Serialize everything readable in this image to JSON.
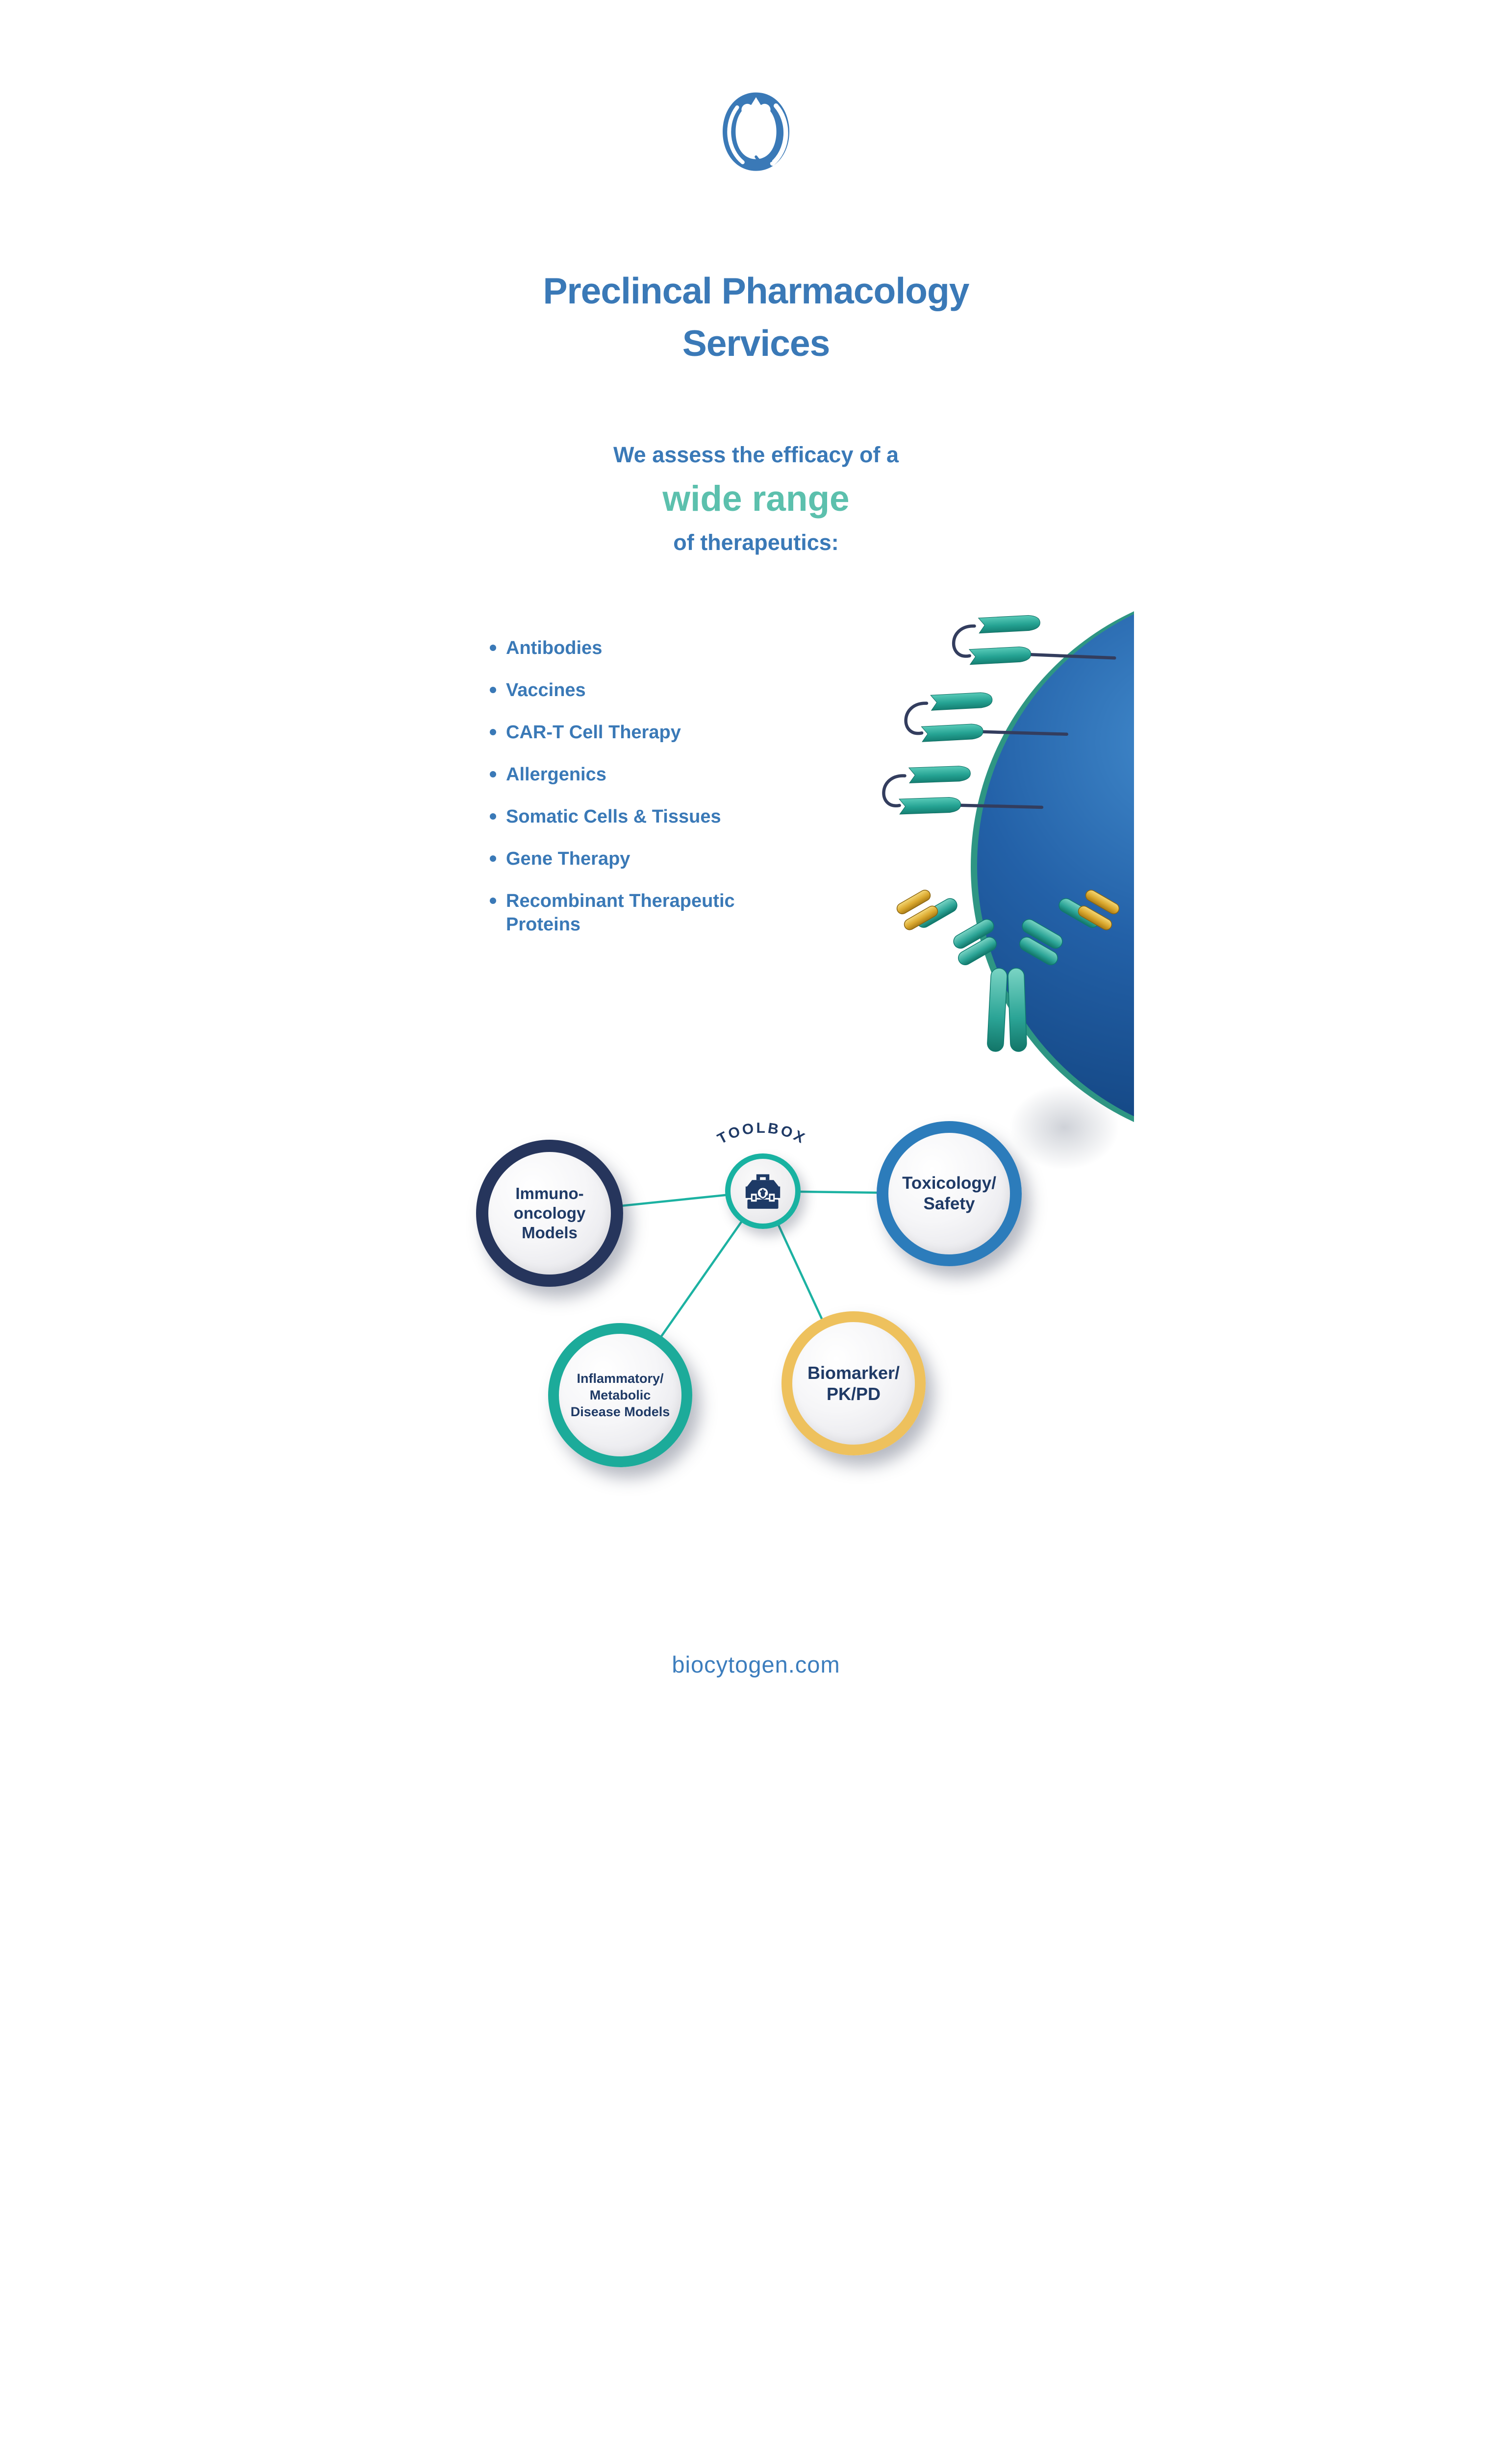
{
  "brand": {
    "logo_icon": "biocytogen-mouse-logo",
    "blue": "#3A79B7",
    "teal": "#5CC0AD",
    "navy": "#1F3A66"
  },
  "header": {
    "title_line1": "Preclincal Pharmacology",
    "title_line2": "Services"
  },
  "intro": {
    "line1": "We assess the efficacy of a",
    "highlight": "wide range",
    "line2": "of therapeutics:"
  },
  "therapeutics": {
    "items": [
      "Antibodies",
      "Vaccines",
      "CAR-T Cell Therapy",
      "Allergenics",
      "Somatic Cells & Tissues",
      "Gene Therapy",
      "Recombinant Therapeutic Proteins"
    ]
  },
  "illustration": {
    "name": "antibody-binding-cell-illustration",
    "sphere_blue": "#2361A8",
    "membrane_teal": "#2E9683",
    "receptor_teal": "#2BAE9E",
    "loop_navy": "#333D5E",
    "antibody_teal": "#27A294",
    "antibody_gold": "#E2B13C"
  },
  "toolbox": {
    "center_label": "TOOLBOX",
    "center_icon": "toolbox-icon",
    "ring_color": "#18B2A1",
    "connector_color": "#1CB2A2",
    "text_color": "#1F3A66",
    "nodes": [
      {
        "id": "immuno-oncology-models",
        "border": "#26355C",
        "lines": [
          "Immuno-",
          "oncology",
          "Models"
        ]
      },
      {
        "id": "toxicology-safety",
        "border": "#2C7CBB",
        "lines": [
          "Toxicology/",
          "Safety"
        ]
      },
      {
        "id": "inflammatory-metabolic-disease-models",
        "border": "#1CAB9A",
        "lines": [
          "Inflammatory/",
          "Metabolic",
          "Disease Models"
        ]
      },
      {
        "id": "biomarker-pk-pd",
        "border": "#EEC15D",
        "lines": [
          "Biomarker/",
          "PK/PD"
        ]
      }
    ]
  },
  "footer": {
    "url": "biocytogen.com"
  }
}
